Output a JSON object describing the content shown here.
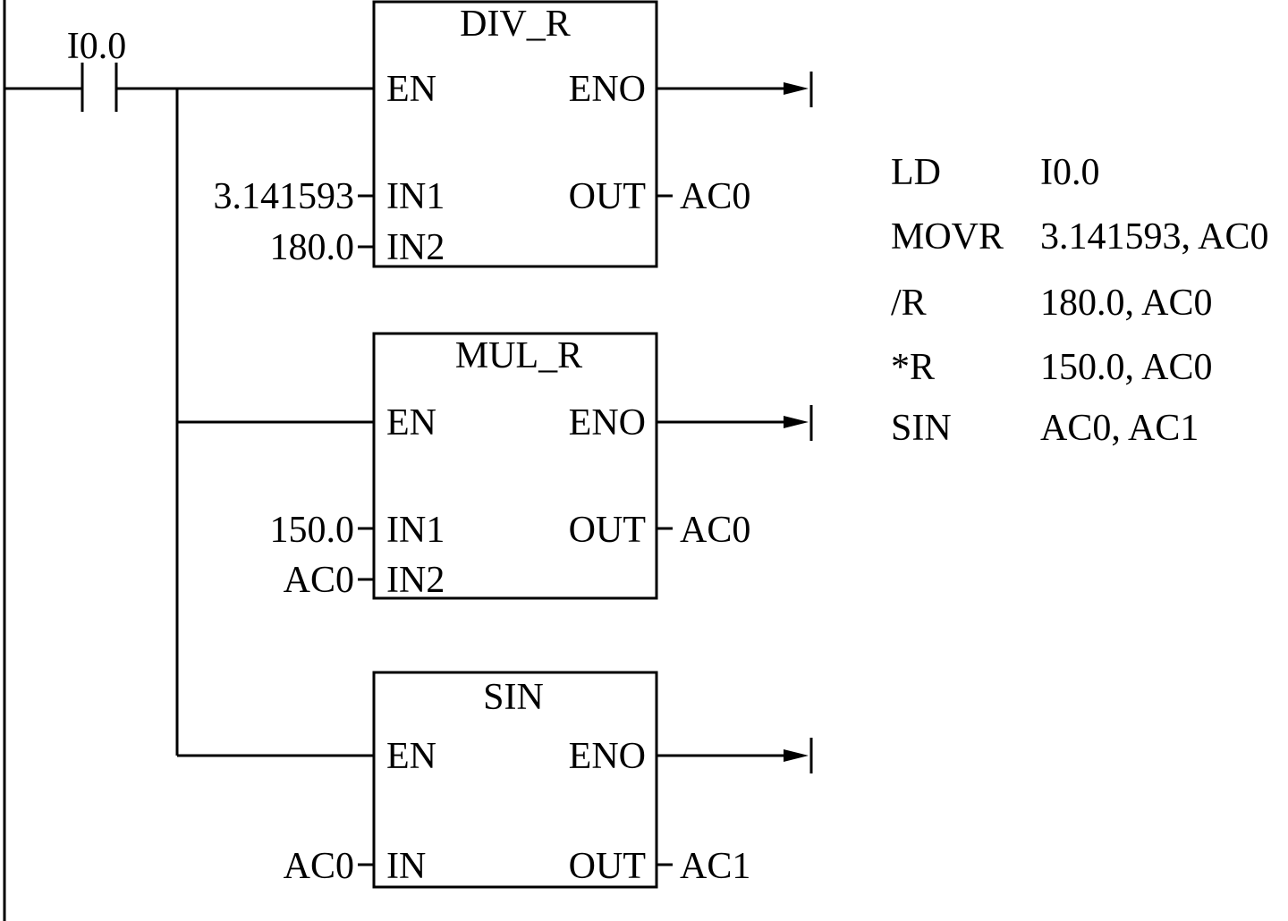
{
  "ladder": {
    "contact": {
      "address": "I0.0"
    },
    "blocks": [
      {
        "title": "DIV_R",
        "en": "EN",
        "eno": "ENO",
        "inputs": [
          {
            "pin": "IN1",
            "value": "3.141593"
          },
          {
            "pin": "IN2",
            "value": "180.0"
          }
        ],
        "out_pin": "OUT",
        "out_value": "AC0"
      },
      {
        "title": "MUL_R",
        "en": "EN",
        "eno": "ENO",
        "inputs": [
          {
            "pin": "IN1",
            "value": "150.0"
          },
          {
            "pin": "IN2",
            "value": "AC0"
          }
        ],
        "out_pin": "OUT",
        "out_value": "AC0"
      },
      {
        "title": "SIN",
        "en": "EN",
        "eno": "ENO",
        "inputs": [
          {
            "pin": "IN",
            "value": "AC0"
          }
        ],
        "out_pin": "OUT",
        "out_value": "AC1"
      }
    ]
  },
  "stl": [
    {
      "op": "LD",
      "arg": "I0.0"
    },
    {
      "op": "MOVR",
      "arg": "3.141593, AC0"
    },
    {
      "op": "/R",
      "arg": "180.0, AC0"
    },
    {
      "op": "*R",
      "arg": "150.0, AC0"
    },
    {
      "op": "SIN",
      "arg": "AC0, AC1"
    }
  ]
}
